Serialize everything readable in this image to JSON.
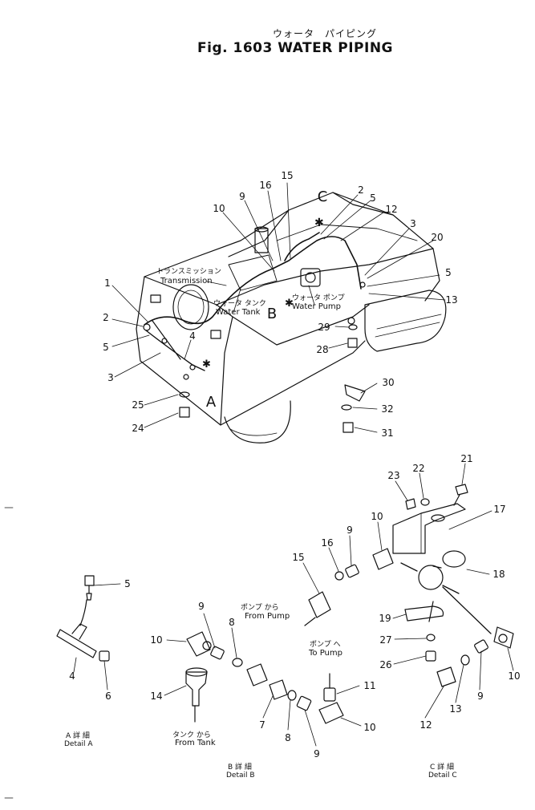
{
  "title": {
    "jp": "ウォータ　パイピング",
    "en": "Fig. 1603  WATER  PIPING"
  },
  "machine_labels": {
    "transmission_jp": "トランスミッション",
    "transmission_en": "Transmission",
    "tank_jp": "ウォータ タンク",
    "tank_en": "Water Tank",
    "pump_jp": "ウォータ ポンプ",
    "pump_en": "Water Pump"
  },
  "view_letters": {
    "a": "A",
    "b": "B",
    "c": "C"
  },
  "detail_labels": {
    "from_pump_jp": "ポンプ から",
    "from_pump_en": "From Pump",
    "to_pump_jp": "ポンプ へ",
    "to_pump_en": "To Pump",
    "from_tank_jp": "タンク から",
    "from_tank_en": "From Tank",
    "detail_a_jp": "A  詳  細",
    "detail_a_en": "Detail  A",
    "detail_b_jp": "B  詳  細",
    "detail_b_en": "Detail  B",
    "detail_c_jp": "C  詳  細",
    "detail_c_en": "Detail  C"
  },
  "callouts": [
    "15",
    "16",
    "9",
    "10",
    "2",
    "5",
    "12",
    "3",
    "20",
    "5",
    "13",
    "1",
    "2",
    "5",
    "4",
    "3",
    "29",
    "28",
    "30",
    "25",
    "32",
    "24",
    "31",
    "23",
    "22",
    "21",
    "17",
    "10",
    "9",
    "16",
    "15",
    "18",
    "19",
    "27",
    "26",
    "10",
    "13",
    "9",
    "12",
    "5",
    "4",
    "6",
    "10",
    "9",
    "8",
    "14",
    "7",
    "8",
    "9",
    "11",
    "10"
  ],
  "palette": {
    "ink": "#111111",
    "paper": "#ffffff"
  }
}
